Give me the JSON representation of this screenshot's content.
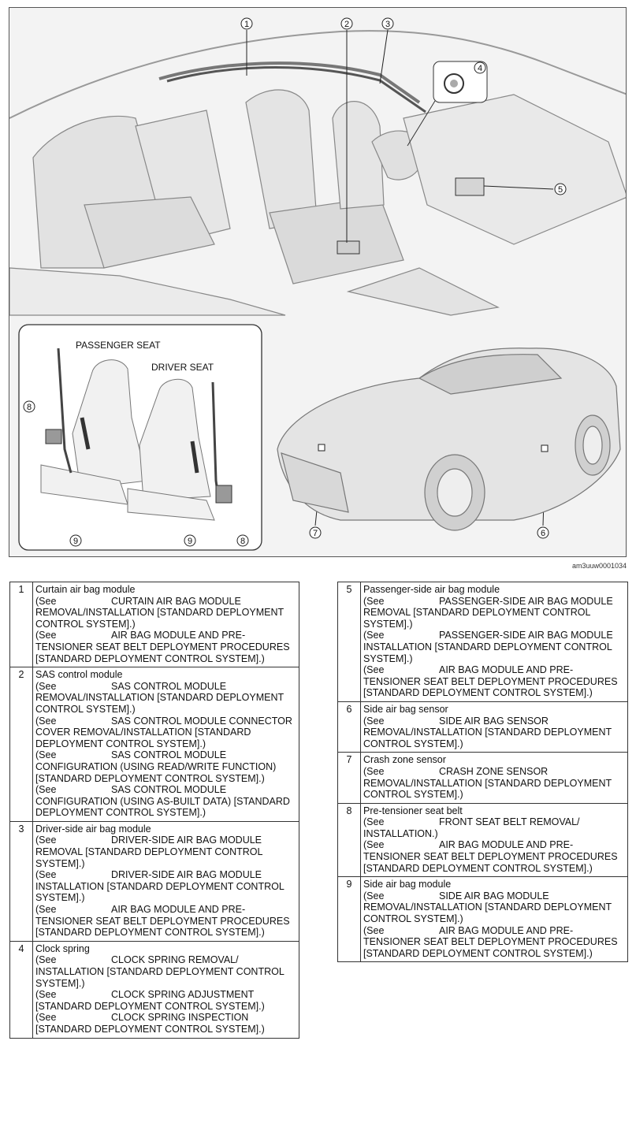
{
  "figure": {
    "callouts": {
      "c1": "1",
      "c2": "2",
      "c3": "3",
      "c4": "4",
      "c5": "5",
      "c6": "6",
      "c7": "7",
      "c8a": "8",
      "c8b": "8",
      "c9a": "9",
      "c9b": "9"
    },
    "inset_labels": {
      "passenger": "PASSENGER SEAT",
      "driver": "DRIVER SEAT"
    },
    "figure_id": "am3uuw0001034"
  },
  "left_table": [
    {
      "num": "1",
      "name": "Curtain air bag module",
      "refs": [
        "CURTAIN AIR BAG MODULE REMOVAL/INSTALLATION [STANDARD DEPLOYMENT CONTROL SYSTEM].)",
        "AIR BAG MODULE AND PRE-TENSIONER SEAT BELT DEPLOYMENT PROCEDURES [STANDARD DEPLOYMENT CONTROL SYSTEM].)"
      ]
    },
    {
      "num": "2",
      "name": "SAS control module",
      "refs": [
        "SAS CONTROL MODULE REMOVAL/INSTALLATION [STANDARD DEPLOYMENT CONTROL SYSTEM].)",
        "SAS CONTROL MODULE CONNECTOR COVER REMOVAL/INSTALLATION [STANDARD DEPLOYMENT CONTROL SYSTEM].)",
        "SAS CONTROL MODULE CONFIGURATION (USING READ/WRITE FUNCTION) [STANDARD DEPLOYMENT CONTROL SYSTEM].)",
        "SAS CONTROL MODULE CONFIGURATION (USING AS-BUILT DATA) [STANDARD DEPLOYMENT CONTROL SYSTEM].)"
      ]
    },
    {
      "num": "3",
      "name": "Driver-side air bag module",
      "refs": [
        "DRIVER-SIDE AIR BAG MODULE REMOVAL [STANDARD DEPLOYMENT CONTROL SYSTEM].)",
        "DRIVER-SIDE AIR BAG MODULE INSTALLATION [STANDARD DEPLOYMENT CONTROL SYSTEM].)",
        "AIR BAG MODULE AND PRE-TENSIONER SEAT BELT DEPLOYMENT PROCEDURES [STANDARD DEPLOYMENT CONTROL SYSTEM].)"
      ]
    },
    {
      "num": "4",
      "name": "Clock spring",
      "refs": [
        "CLOCK SPRING REMOVAL/ INSTALLATION [STANDARD DEPLOYMENT CONTROL SYSTEM].)",
        "CLOCK SPRING ADJUSTMENT [STANDARD DEPLOYMENT CONTROL SYSTEM].)",
        "CLOCK SPRING INSPECTION [STANDARD DEPLOYMENT CONTROL SYSTEM].)"
      ]
    }
  ],
  "right_table": [
    {
      "num": "5",
      "name": "Passenger-side air bag module",
      "refs": [
        "PASSENGER-SIDE AIR BAG MODULE REMOVAL [STANDARD DEPLOYMENT CONTROL SYSTEM].)",
        "PASSENGER-SIDE AIR BAG MODULE INSTALLATION [STANDARD DEPLOYMENT CONTROL SYSTEM].)",
        "AIR BAG MODULE AND PRE-TENSIONER SEAT BELT DEPLOYMENT PROCEDURES [STANDARD DEPLOYMENT CONTROL SYSTEM].)"
      ]
    },
    {
      "num": "6",
      "name": "Side air bag sensor",
      "refs": [
        "SIDE AIR BAG SENSOR REMOVAL/INSTALLATION [STANDARD DEPLOYMENT CONTROL SYSTEM].)"
      ]
    },
    {
      "num": "7",
      "name": "Crash zone sensor",
      "refs": [
        "CRASH ZONE SENSOR REMOVAL/INSTALLATION [STANDARD DEPLOYMENT CONTROL SYSTEM].)"
      ]
    },
    {
      "num": "8",
      "name": "Pre-tensioner seat belt",
      "refs": [
        "FRONT SEAT BELT REMOVAL/ INSTALLATION.)",
        "AIR BAG MODULE AND PRE-TENSIONER SEAT BELT DEPLOYMENT PROCEDURES [STANDARD DEPLOYMENT CONTROL SYSTEM].)"
      ]
    },
    {
      "num": "9",
      "name": "Side air bag module",
      "refs": [
        "SIDE AIR BAG MODULE REMOVAL/INSTALLATION [STANDARD DEPLOYMENT CONTROL SYSTEM].)",
        "AIR BAG MODULE AND PRE-TENSIONER SEAT BELT DEPLOYMENT PROCEDURES [STANDARD DEPLOYMENT CONTROL SYSTEM].)"
      ]
    }
  ],
  "see_prefix": "(See"
}
